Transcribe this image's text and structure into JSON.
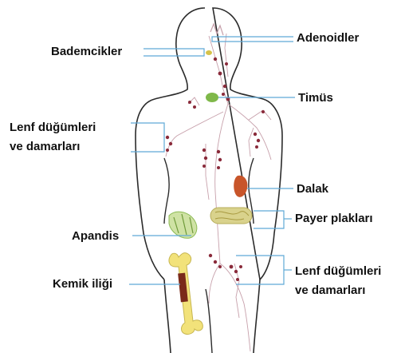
{
  "labels": {
    "bademcikler": "Bademcikler",
    "adenoidler": "Adenoidler",
    "timus": "Timüs",
    "lenf_upper_line1": "Lenf düğümleri",
    "lenf_upper_line2": "ve damarları",
    "dalak": "Dalak",
    "payer": "Payer plakları",
    "apandis": "Apandis",
    "kemik": "Kemik iliği",
    "lenf_lower_line1": "Lenf düğümleri",
    "lenf_lower_line2": "ve damarları"
  },
  "colors": {
    "outline": "#2b2b2b",
    "leader": "#5fa9d6",
    "node": "#8a2a3a",
    "vessel": "#c7a0ab",
    "thymus": "#7fb84a",
    "spleen": "#c8552a",
    "payer": "#d9d28c",
    "appendix": "#8dbb55",
    "bone": "#f2e27a",
    "marrow": "#7a2a1a"
  }
}
